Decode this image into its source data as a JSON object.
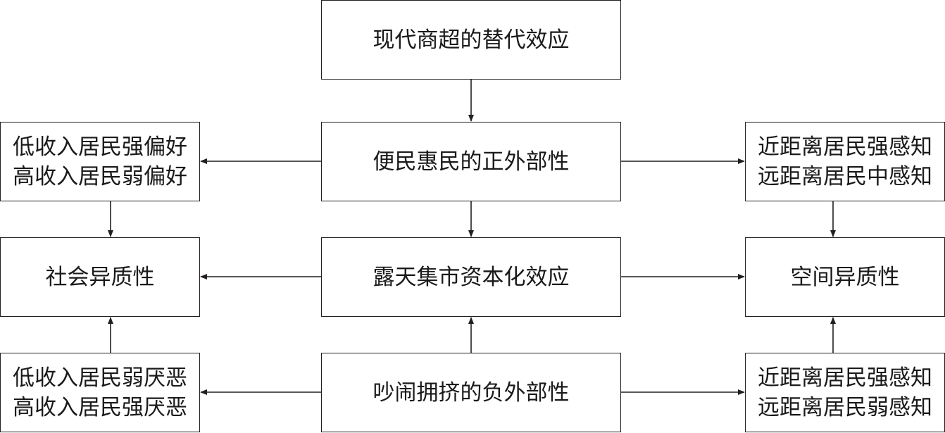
{
  "nodes": {
    "top": [
      "现代商超的替代效应"
    ],
    "positive": [
      "便民惠民的正外部性"
    ],
    "capital": [
      "露天集市资本化效应"
    ],
    "negative": [
      "吵闹拥挤的负外部性"
    ],
    "social": [
      "社会异质性"
    ],
    "spatial": [
      "空间异质性"
    ],
    "pref": [
      "低收入居民强偏好",
      "高收入居民弱偏好"
    ],
    "aversion": [
      "低收入居民弱厌恶",
      "高收入居民强厌恶"
    ],
    "perceive_pos": [
      "近距离居民强感知",
      "远距离居民中感知"
    ],
    "perceive_neg": [
      "近距离居民强感知",
      "远距离居民弱感知"
    ]
  },
  "colors": {
    "line": "#231f20",
    "background": "#ffffff"
  }
}
